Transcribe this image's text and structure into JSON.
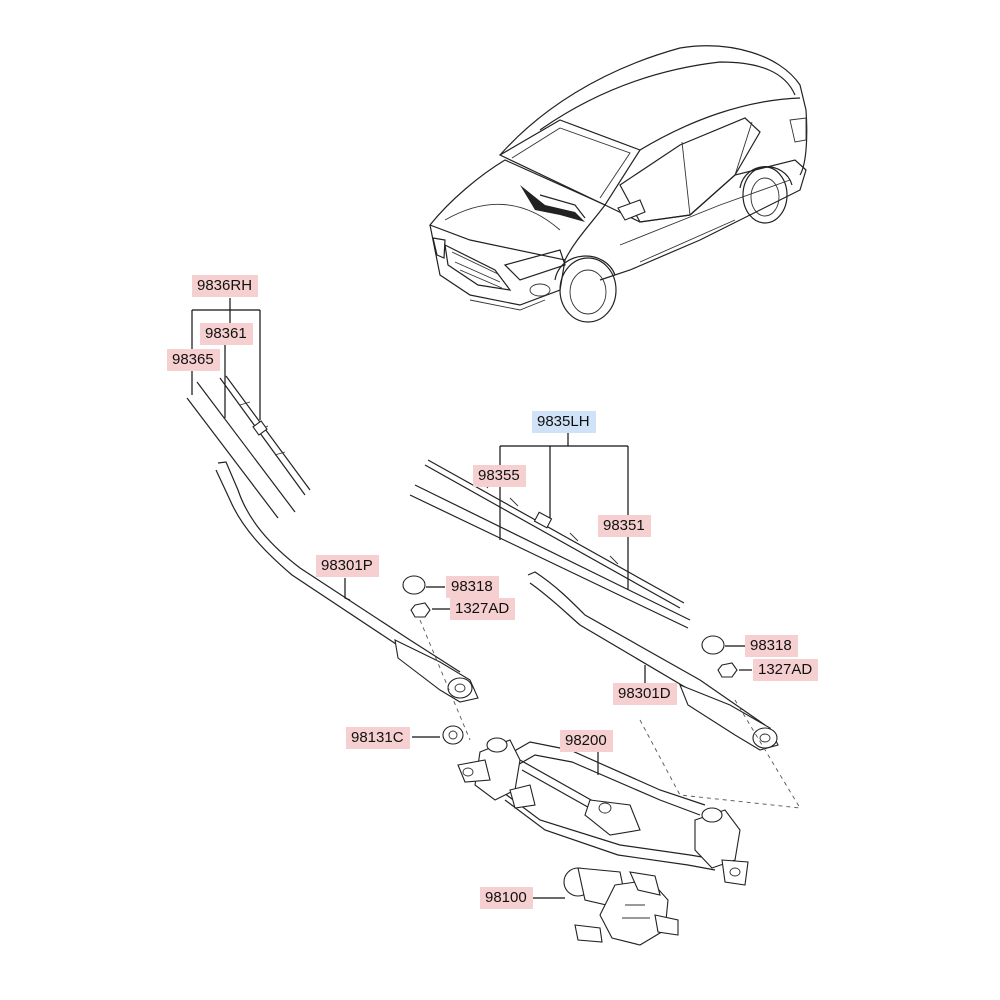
{
  "labels": {
    "rh_blade_assy": "9836RH",
    "rh_blade": "98361",
    "rh_refill": "98365",
    "lh_blade_assy": "9835LH",
    "lh_refill": "98355",
    "lh_blade": "98351",
    "arm_rh": "98301P",
    "cap_rh": "98318",
    "nut_rh": "1327AD",
    "cap_lh": "98318",
    "nut_lh": "1327AD",
    "arm_lh": "98301D",
    "bushing": "98131C",
    "linkage": "98200",
    "motor": "98100"
  },
  "colors": {
    "part_label_bg": "#f6d0d0",
    "assembly_label_bg": "#cfe2f7"
  }
}
